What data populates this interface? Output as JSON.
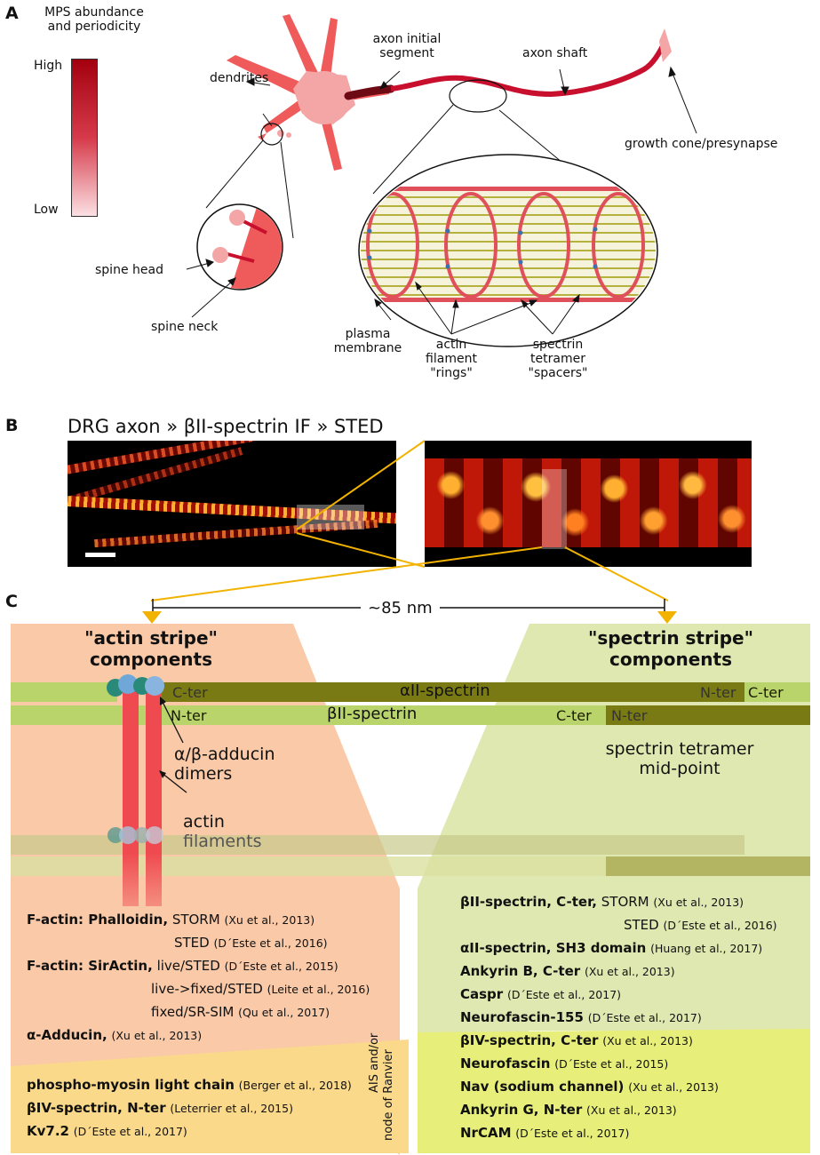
{
  "panel_a": {
    "letter": "A",
    "scale": {
      "title_line1": "MPS abundance",
      "title_line2": "and periodicity",
      "high": "High",
      "low": "Low"
    },
    "labels": {
      "dendrites": "dendrites",
      "ais_line1": "axon initial",
      "ais_line2": "segment",
      "axon_shaft": "axon shaft",
      "growth_cone": "growth cone/presynapse",
      "spine_head": "spine head",
      "spine_neck": "spine neck",
      "plasma_line1": "plasma",
      "plasma_line2": "membrane",
      "actin_line1": "actin",
      "actin_line2": "filament",
      "actin_line3": "\"rings\"",
      "spectrin_line1": "spectrin",
      "spectrin_line2": "tetramer",
      "spectrin_line3": "\"spacers\""
    },
    "colors": {
      "high": "#a3000f",
      "low": "#fbe0e3",
      "soma": "#f4a6a6",
      "dendrite": "#ef5a5a",
      "axon": "#c8102e",
      "ais": "#6e0a14",
      "actin_ring": "#e0505a",
      "spectrin": "#b5b13c"
    }
  },
  "panel_b": {
    "letter": "B",
    "title": "DRG axon » βII-spectrin IF » STED"
  },
  "panel_c": {
    "letter": "C",
    "distance": "~85 nm",
    "actin_header_line1": "\"actin stripe\"",
    "actin_header_line2": "components",
    "spectrin_header_line1": "\"spectrin stripe\"",
    "spectrin_header_line2": "components",
    "alpha_bar": {
      "c_ter_left": "C-ter",
      "name": "αII-spectrin",
      "n_ter": "N-ter",
      "c_ter_right": "C-ter"
    },
    "beta_bar": {
      "n_ter_left": "N-ter",
      "name": "βII-spectrin",
      "c_ter": "C-ter",
      "n_ter_right": "N-ter"
    },
    "adducin_line1": "α/β-adducin",
    "adducin_line2": "dimers",
    "actin_line1": "actin",
    "actin_line2": "filaments",
    "midpoint_line1": "spectrin tetramer",
    "midpoint_line2": "mid-point",
    "ais_line1": "AIS and/or",
    "ais_line2": "node of Ranvier",
    "colors": {
      "actin_bg": "#f9c9a8",
      "spectrin_bg": "#dfe8b0",
      "ais_actin_bg": "#fbd98a",
      "ais_spectrin_bg": "#e7ef7a",
      "alpha_bar": "#7a7a14",
      "beta_bar": "#b9d46a",
      "actin_rod": "#ef4a4f",
      "arrow": "#f2b200"
    },
    "actin_refs": [
      {
        "bold": "F-actin: Phalloidin,",
        "method": "STORM",
        "cite": "(Xu et al., 2013)"
      },
      {
        "bold": "",
        "method": "STED",
        "cite": "(D´Este et al., 2016)"
      },
      {
        "bold": "F-actin: SirActin,",
        "method": "live/STED",
        "cite": "(D´Este et al., 2015)"
      },
      {
        "bold": "",
        "method": "live->fixed/STED",
        "cite": "(Leite et al., 2016)"
      },
      {
        "bold": "",
        "method": "fixed/SR-SIM",
        "cite": "(Qu et al., 2017)"
      },
      {
        "bold": "α-Adducin,",
        "method": "",
        "cite": "(Xu et al., 2013)"
      }
    ],
    "actin_ais_refs": [
      {
        "bold": "phospho-myosin light chain",
        "cite": "(Berger et al., 2018)"
      },
      {
        "bold": "βIV-spectrin, N-ter",
        "cite": "(Leterrier et al., 2015)"
      },
      {
        "bold": "Kv7.2",
        "cite": "(D´Este et al., 2017)"
      }
    ],
    "spectrin_refs": [
      {
        "bold": "βII-spectrin, C-ter,",
        "method": "STORM",
        "cite": "(Xu et al., 2013)"
      },
      {
        "bold": "",
        "method": "STED",
        "cite": "(D´Este et al., 2016)"
      },
      {
        "bold": "αII-spectrin, SH3 domain",
        "method": "",
        "cite": "(Huang et al., 2017)"
      },
      {
        "bold": "Ankyrin B, C-ter",
        "method": "",
        "cite": "(Xu et al., 2013)"
      },
      {
        "bold": "Caspr",
        "method": "",
        "cite": "(D´Este et al., 2017)"
      },
      {
        "bold": "Neurofascin-155",
        "method": "",
        "cite": "(D´Este et al., 2017)"
      }
    ],
    "spectrin_ais_refs": [
      {
        "bold": "βIV-spectrin, C-ter",
        "cite": "(Xu et al., 2013)"
      },
      {
        "bold": "Neurofascin",
        "cite": "(D´Este et al., 2015)"
      },
      {
        "bold": "Nav (sodium channel)",
        "cite": "(Xu et al., 2013)"
      },
      {
        "bold": "Ankyrin G, N-ter",
        "cite": "(Xu et al., 2013)"
      },
      {
        "bold": "NrCAM",
        "cite": "(D´Este et al., 2017)"
      }
    ]
  }
}
